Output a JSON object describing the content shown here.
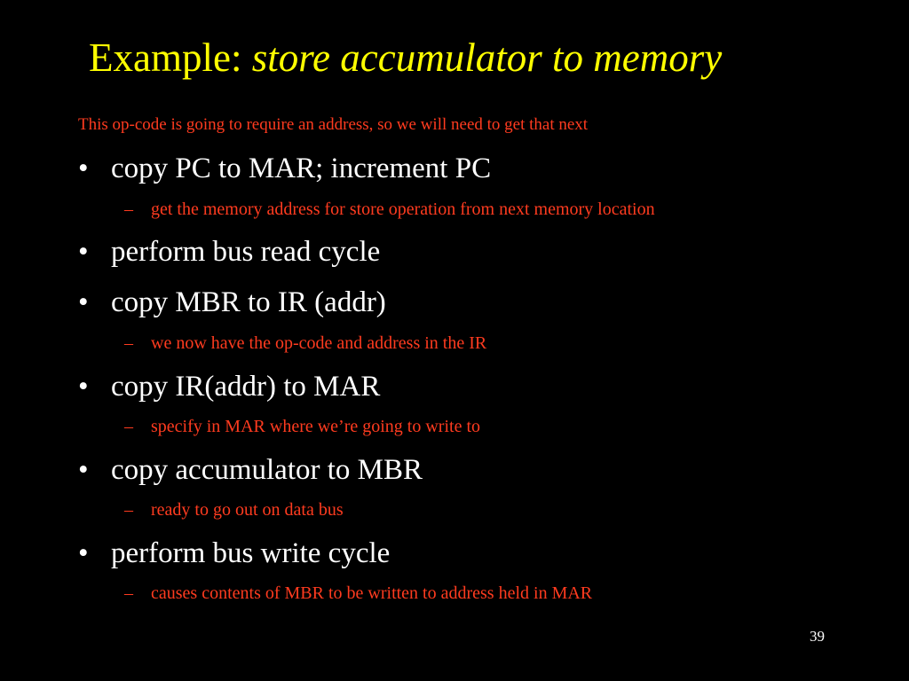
{
  "colors": {
    "background": "#000000",
    "title": "#FFFF00",
    "bullet": "#FFFFFF",
    "note": "#FF3B1F"
  },
  "slide": {
    "title_prefix": "Example: ",
    "title_italic": "store accumulator to memory",
    "intro": "This op-code is going to require an address, so we will need to get that next",
    "bullets": [
      {
        "marker": "•",
        "text": "copy PC to MAR; increment PC",
        "sub": {
          "marker": "–",
          "text": "get the memory address for store operation from next memory location"
        }
      },
      {
        "marker": "•",
        "text": "perform bus read cycle"
      },
      {
        "marker": "•",
        "text": "copy MBR to IR (addr)",
        "sub": {
          "marker": "–",
          "text": "we now have the op-code and address in the IR"
        }
      },
      {
        "marker": "•",
        "text": "copy IR(addr) to MAR",
        "sub": {
          "marker": "–",
          "text": "specify in MAR where we’re going to write to"
        }
      },
      {
        "marker": "•",
        "text": "copy accumulator to MBR",
        "sub": {
          "marker": "–",
          "text": "ready to go out on data bus"
        }
      },
      {
        "marker": "•",
        "text": "perform bus write cycle",
        "sub": {
          "marker": "–",
          "text": "causes contents of MBR to be written to address held in MAR"
        }
      }
    ],
    "page_number": "39"
  }
}
